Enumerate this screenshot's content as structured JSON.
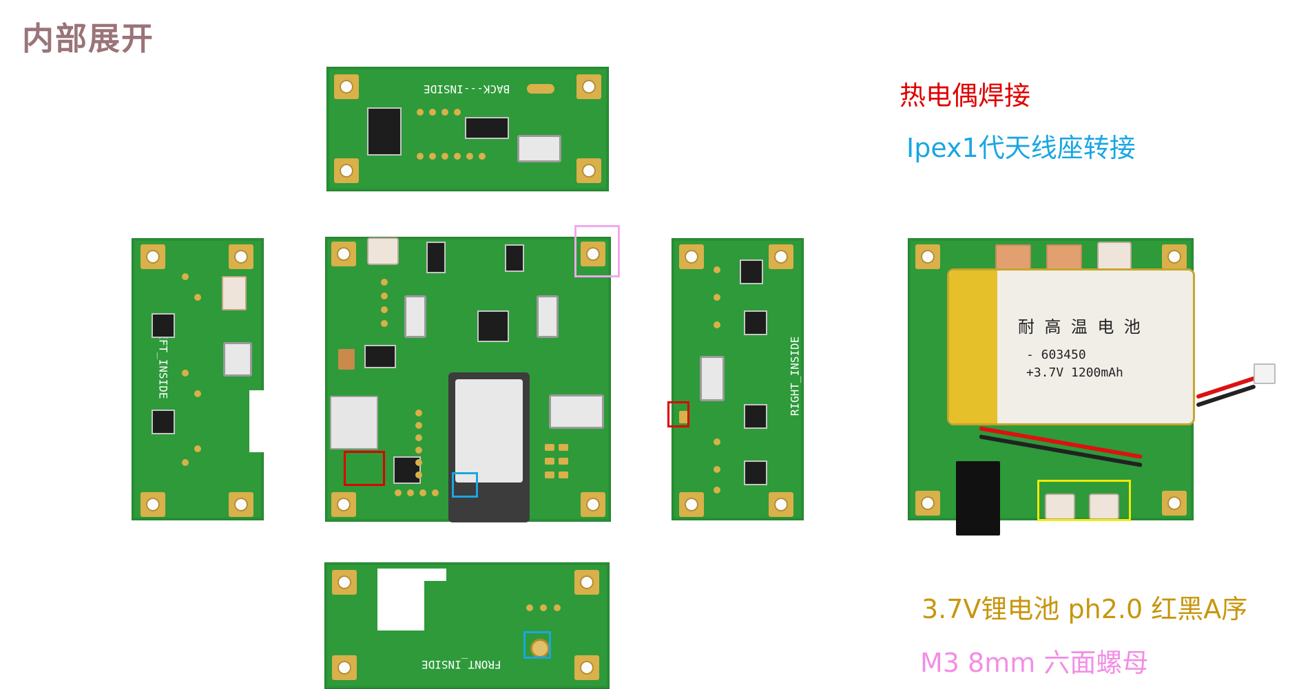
{
  "page": {
    "title": "内部展开"
  },
  "notes": {
    "thermocouple": {
      "text": "热电偶焊接",
      "color": "#e00000"
    },
    "antenna": {
      "text": "Ipex1代天线座转接",
      "color": "#1aa6e2"
    },
    "battery": {
      "text": "3.7V锂电池  ph2.0 红黑A序",
      "color": "#c8950c"
    },
    "nut": {
      "text": "M3 8mm 六面螺母",
      "color": "#f28ee6"
    }
  },
  "boards": {
    "back": {
      "silk": "BACK---INSIDE"
    },
    "left": {
      "silk": "LEFT_INSIDE"
    },
    "right": {
      "silk": "RIGHT_INSIDE"
    },
    "front": {
      "silk": "FRONT_INSIDE"
    }
  },
  "battery": {
    "line1": "耐 高 温 电 池",
    "line2": "-        603450",
    "line3": "+3.7V   1200mAh"
  }
}
